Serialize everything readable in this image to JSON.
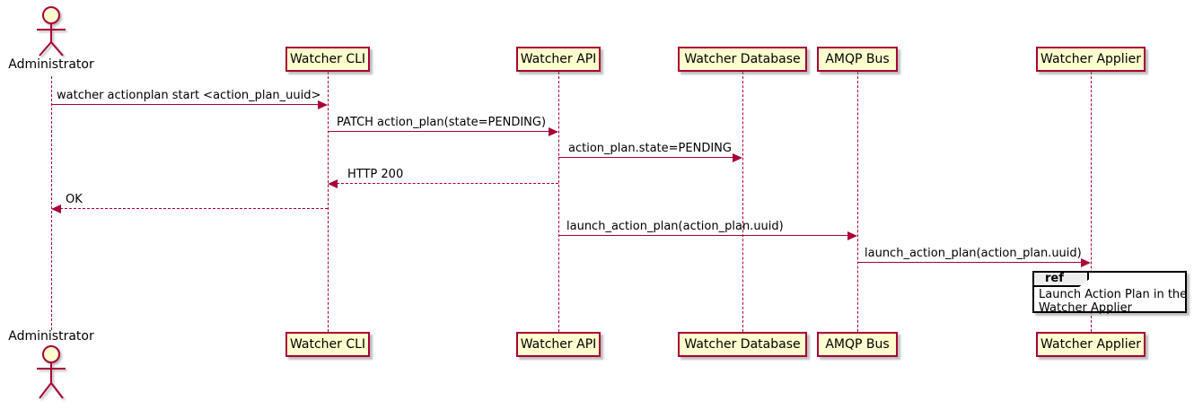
{
  "diagram_type": "sequence-diagram",
  "colors": {
    "participant_fill": "#FEFECE",
    "participant_border": "#A80036",
    "lifeline": "#A80036",
    "arrow": "#A80036",
    "text": "#000000",
    "ref_border": "#000000",
    "ref_header_fill": "#EEEEEE",
    "background": "#FFFFFF"
  },
  "participants": [
    {
      "label": "Administrator",
      "type": "actor"
    },
    {
      "label": "Watcher CLI",
      "type": "box"
    },
    {
      "label": "Watcher API",
      "type": "box"
    },
    {
      "label": "Watcher Database",
      "type": "box"
    },
    {
      "label": "AMQP Bus",
      "type": "box"
    },
    {
      "label": "Watcher Applier",
      "type": "box"
    }
  ],
  "messages": [
    {
      "from": "Administrator",
      "to": "Watcher CLI",
      "text": "watcher actionplan start <action_plan_uuid>",
      "line": "solid",
      "direction": "right"
    },
    {
      "from": "Watcher CLI",
      "to": "Watcher API",
      "text": "PATCH action_plan(state=PENDING)",
      "line": "solid",
      "direction": "right"
    },
    {
      "from": "Watcher API",
      "to": "Watcher Database",
      "text": "action_plan.state=PENDING",
      "line": "solid",
      "direction": "right"
    },
    {
      "from": "Watcher API",
      "to": "Watcher CLI",
      "text": "HTTP 200",
      "line": "dashed",
      "direction": "left"
    },
    {
      "from": "Watcher CLI",
      "to": "Administrator",
      "text": "OK",
      "line": "dashed",
      "direction": "left"
    },
    {
      "from": "Watcher API",
      "to": "AMQP Bus",
      "text": "launch_action_plan(action_plan.uuid)",
      "line": "solid",
      "direction": "right"
    },
    {
      "from": "AMQP Bus",
      "to": "Watcher Applier",
      "text": "launch_action_plan(action_plan.uuid)",
      "line": "solid",
      "direction": "right"
    }
  ],
  "ref": {
    "keyword": "ref",
    "over": "Watcher Applier",
    "line1": "Launch Action Plan in the",
    "line2": "Watcher Applier"
  }
}
